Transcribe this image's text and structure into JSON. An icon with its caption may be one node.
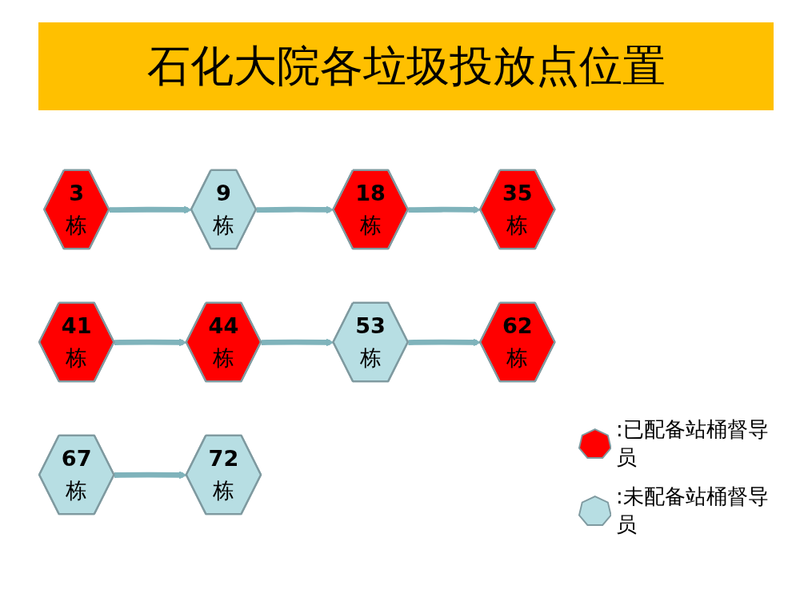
{
  "diagram": {
    "title": "石化大院各垃圾投放点位置",
    "nodes": [
      {
        "text": [
          "3",
          "栋"
        ]
      },
      {
        "text": [
          "9",
          "栋"
        ]
      },
      {
        "text": [
          "18",
          "栋"
        ]
      },
      {
        "text": [
          "35",
          "栋"
        ]
      },
      {
        "text": [
          "41",
          "栋"
        ]
      },
      {
        "text": [
          "44",
          "栋"
        ]
      },
      {
        "text": [
          "53",
          "栋"
        ]
      },
      {
        "text": [
          "62",
          "栋"
        ]
      },
      {
        "text": [
          "67",
          "栋"
        ]
      },
      {
        "text": [
          "72",
          "栋"
        ]
      }
    ],
    "edges": [
      {
        "from": 0,
        "to": 1,
        "arrow": "to"
      },
      {
        "from": 1,
        "to": 2,
        "arrow": "to"
      },
      {
        "from": 2,
        "to": 3,
        "arrow": "to"
      },
      {
        "from": 4,
        "to": 5,
        "arrow": "to"
      },
      {
        "from": 5,
        "to": 6,
        "arrow": "to"
      },
      {
        "from": 6,
        "to": 7,
        "arrow": "to"
      },
      {
        "from": 8,
        "to": 9,
        "arrow": "to"
      }
    ],
    "legend": [
      {
        "text": ":已配备站桶督导员",
        "color": "#ff0000"
      },
      {
        "text": ":未配备站桶督导员",
        "color": "#b7dee3"
      }
    ]
  }
}
